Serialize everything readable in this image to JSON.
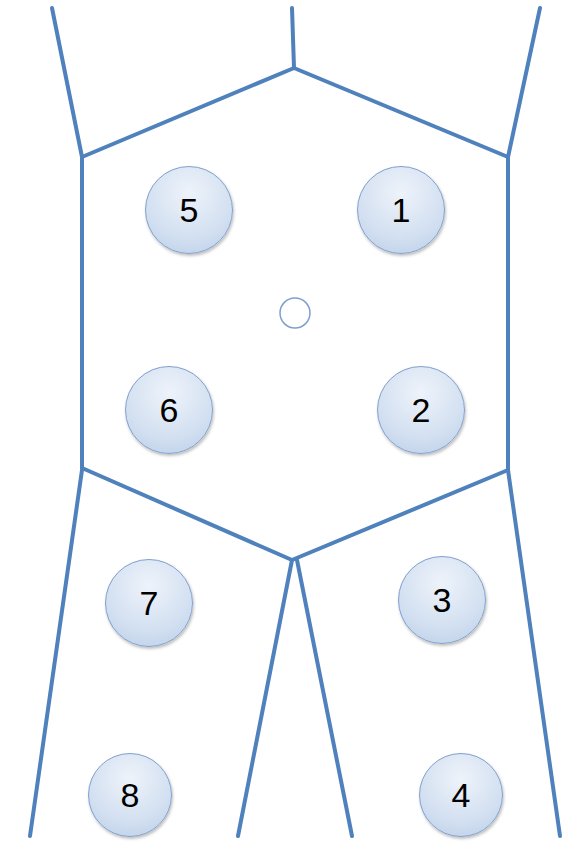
{
  "diagram": {
    "nodes": [
      {
        "text": [
          "5"
        ]
      },
      {
        "text": [
          "1"
        ]
      },
      {
        "text": [
          "6"
        ]
      },
      {
        "text": [
          "2"
        ]
      },
      {
        "text": [
          "7"
        ]
      },
      {
        "text": [
          "3"
        ]
      },
      {
        "text": [
          "8"
        ]
      },
      {
        "text": [
          "4"
        ]
      }
    ]
  }
}
